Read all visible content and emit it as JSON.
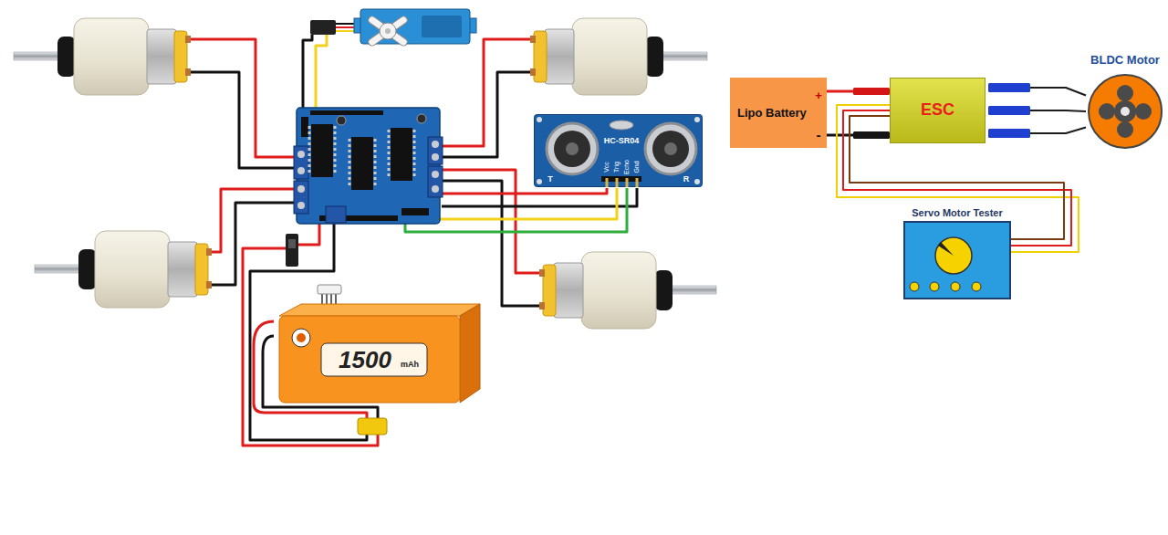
{
  "diagram": {
    "nodes": [
      {
        "text": [
          "HC-SR04",
          "Vcc",
          "Trig",
          "Echo",
          "Gnd",
          "T",
          "R"
        ]
      },
      {
        "text": [
          "1500",
          "mAh"
        ]
      },
      {
        "text": [
          "Lipo Battery",
          "+",
          "-"
        ]
      },
      {
        "text": [
          "ESC"
        ]
      },
      {
        "text": [
          "BLDC Motor"
        ]
      },
      {
        "text": [
          "Servo Motor Tester"
        ]
      }
    ],
    "edges": [
      {
        "from": 2,
        "to": 3,
        "arrow": "none"
      },
      {
        "from": 3,
        "to": 4,
        "arrow": "none"
      },
      {
        "from": 3,
        "to": 5,
        "arrow": "none"
      }
    ]
  }
}
